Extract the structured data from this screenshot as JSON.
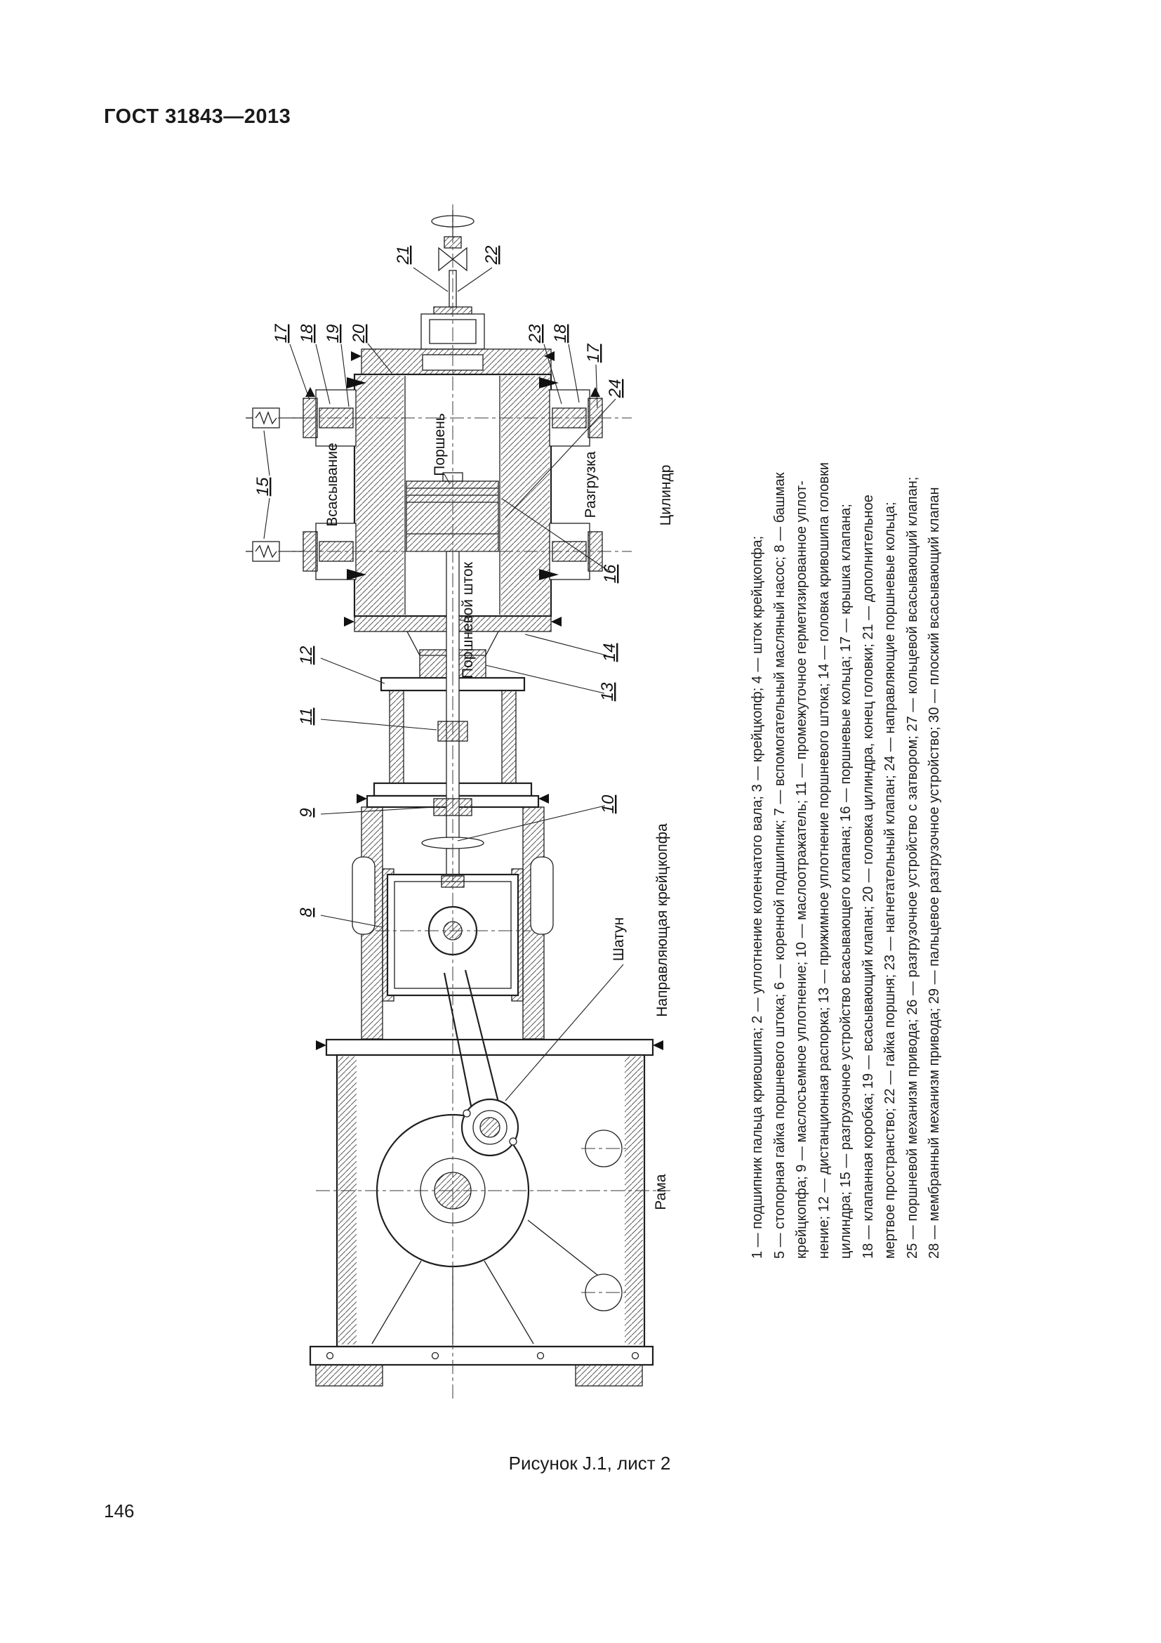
{
  "page": {
    "header": "ГОСТ 31843—2013",
    "page_number": "146",
    "caption": "Рисунок J.1, лист 2"
  },
  "figure": {
    "labels": {
      "suction": "Всасывание",
      "piston": "Поршень",
      "unloading": "Разгрузка",
      "cylinder": "Цилиндр",
      "piston_rod": "Поршневой шток",
      "crosshead_guide": "Направляющая крейцкопфа",
      "connecting_rod": "Шатун",
      "frame": "Рама"
    },
    "callouts": {
      "top_left": "21",
      "top_right": "22",
      "head_17": "17",
      "head_18": "18",
      "head_19": "19",
      "head_20": "20",
      "head_23": "23",
      "head_18b": "18",
      "head_17b": "17",
      "rider_24": "24",
      "unloader_15": "15",
      "rings_16": "16",
      "distance_12": "12",
      "packing_11": "11",
      "scraper_9": "9",
      "shoe_8": "8",
      "head_14": "14",
      "packing_13": "13",
      "deflector_10": "10"
    }
  },
  "legend": {
    "lines": [
      "1 — подшипник пальца кривошипа; 2 — уплотнение коленчатого вала; 3 — крейцкопф; 4 — шток крейцкопфа;",
      "5 — стопорная гайка поршневого штока; 6 — коренной подшипник; 7 — вспомогательный масляный насос; 8 — башмак",
      "крейцкопфа; 9 — маслосъемное уплотнение; 10 — маслоотражатель; 11 — промежуточное герметизированное уплот-",
      "нение; 12 — дистанционная распорка; 13 — прижимное уплотнение поршневого штока; 14 — головка кривошипа головки",
      "цилиндра; 15 — разгрузочное устройство всасывающего клапана; 16 — поршневые кольца; 17 — крышка клапана;",
      "18 — клапанная коробка; 19 — всасывающий клапан; 20 — головка цилиндра, конец головки; 21 — дополнительное",
      "мертвое пространство; 22 — гайка поршня; 23 — нагнетательный клапан; 24 — направляющие поршневые кольца;",
      "25 — поршневой механизм привода; 26 — разгрузочное устройство с затвором; 27 — кольцевой всасывающий клапан;",
      "28 — мембранный механизм привода; 29 — пальцевое разгрузочное устройство; 30 — плоский всасывающий клапан"
    ]
  }
}
